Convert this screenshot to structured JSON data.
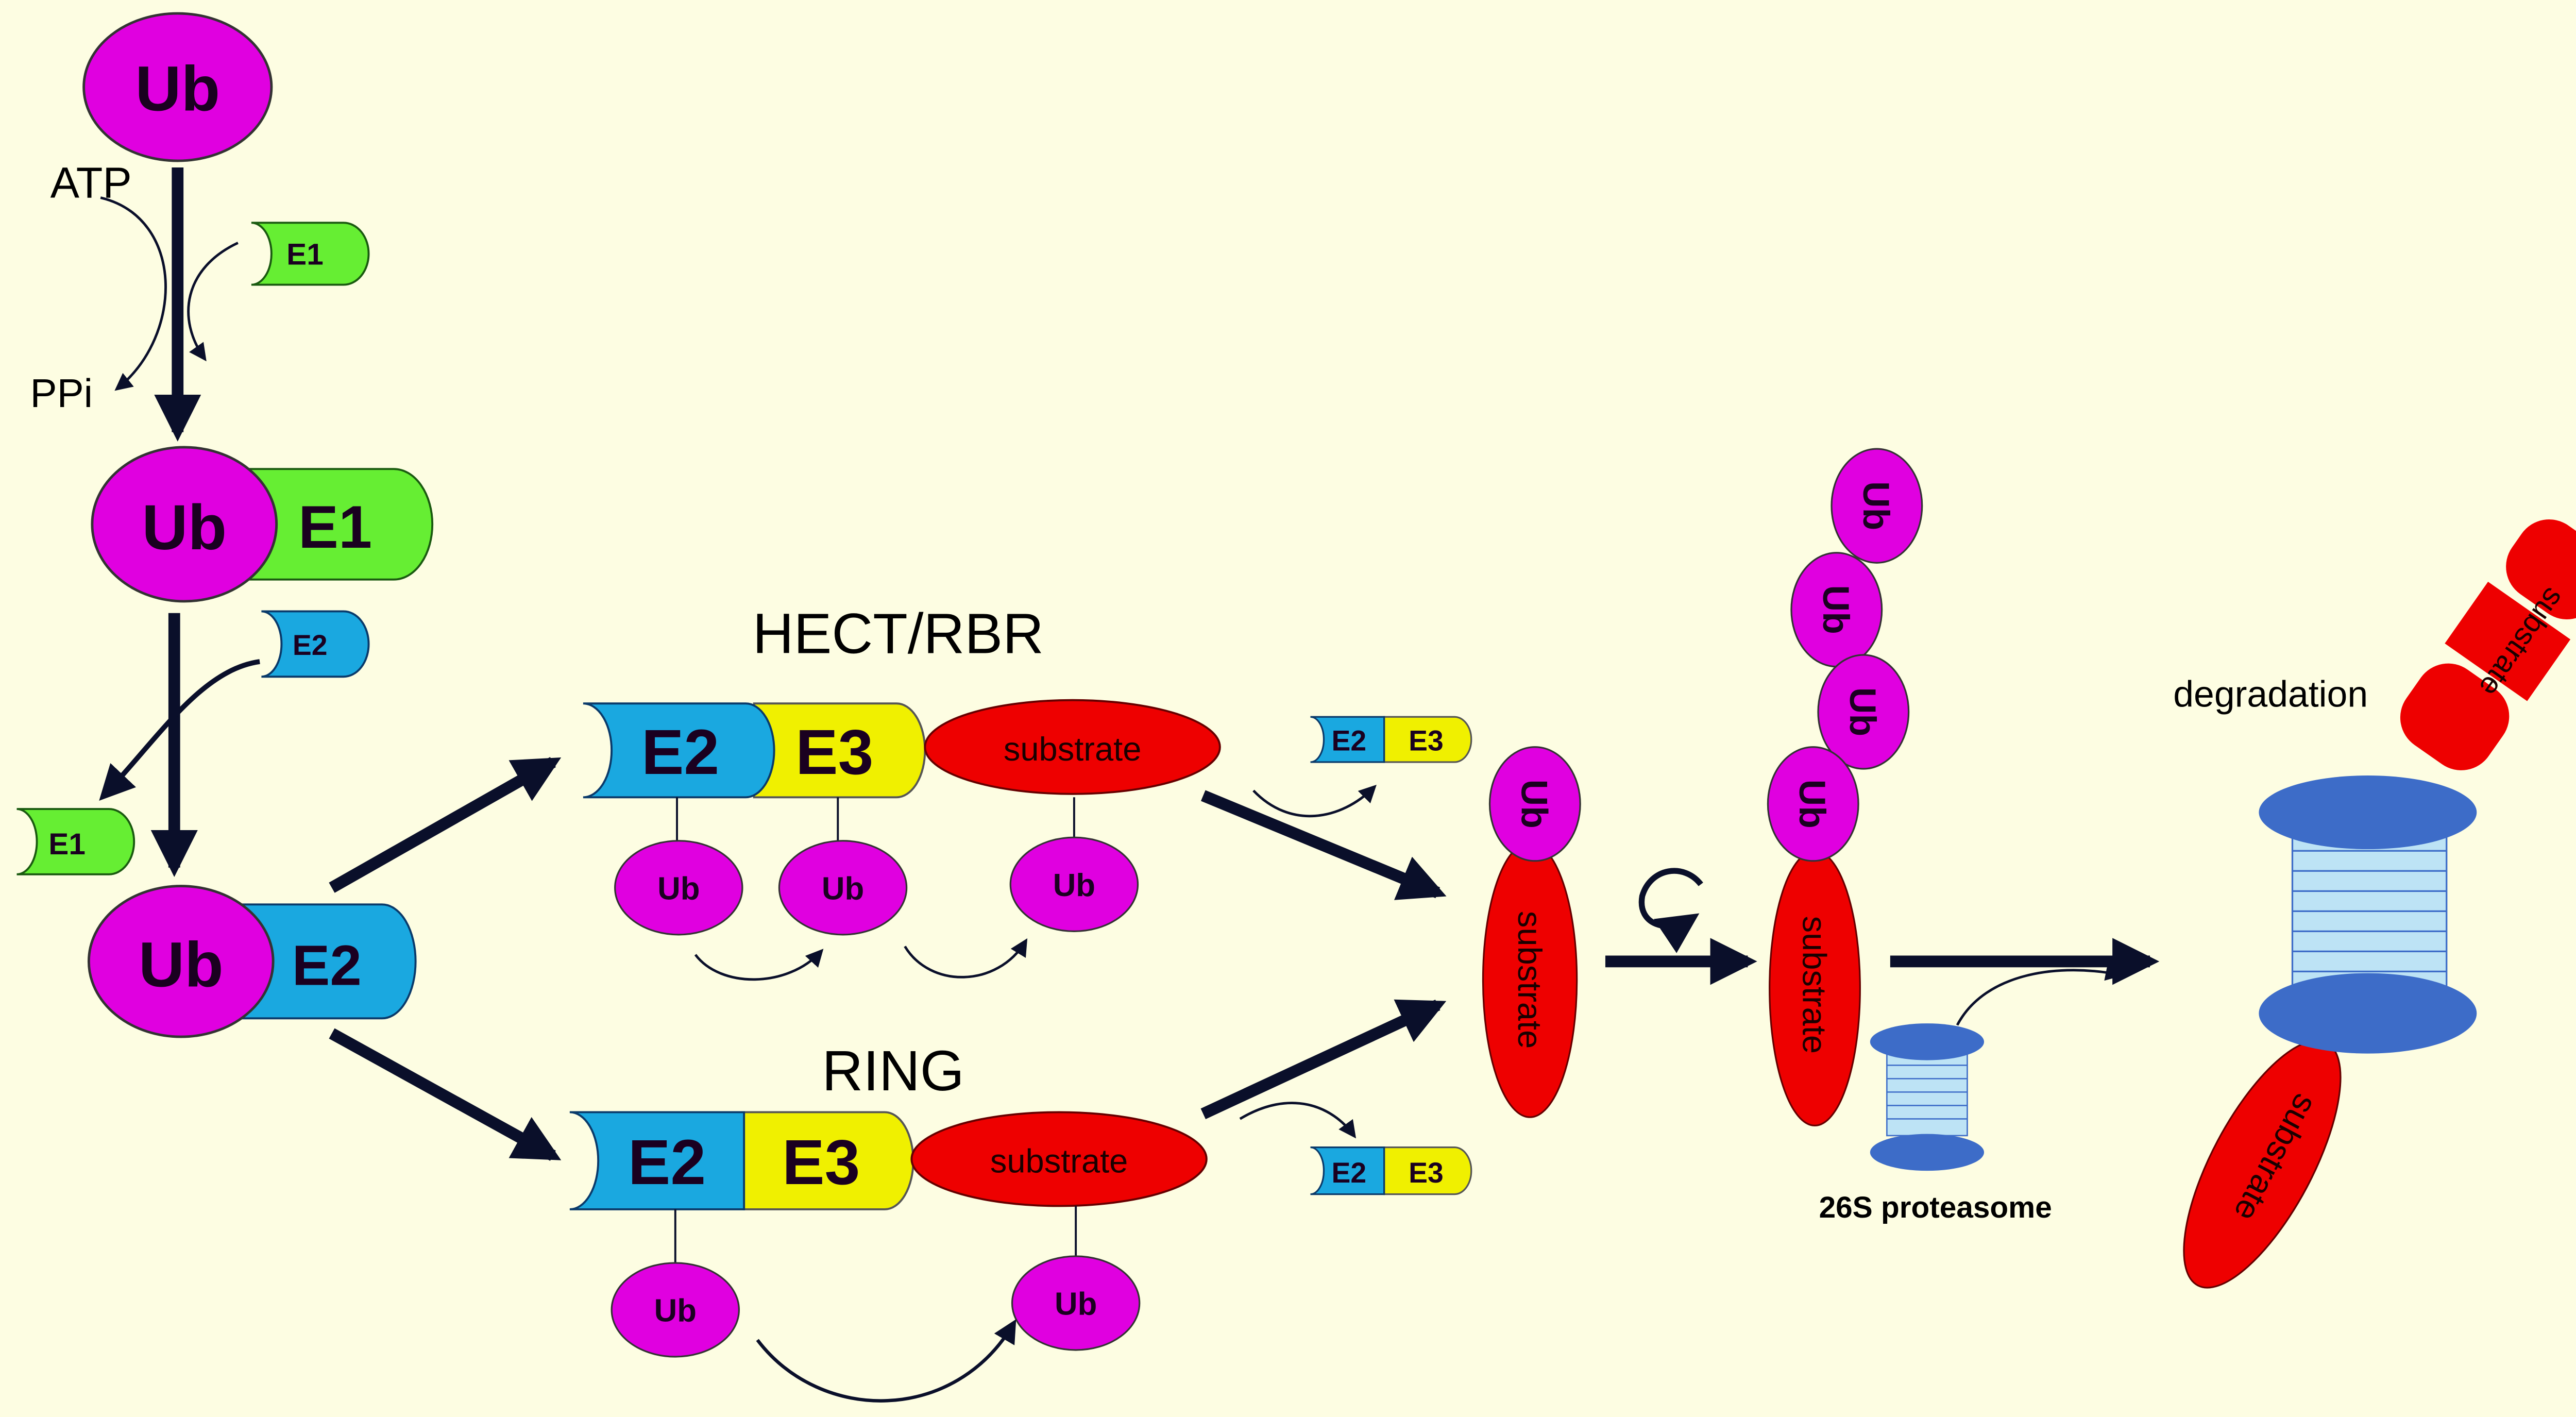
{
  "colors": {
    "background": "#FDFDE2",
    "ub": "#E000E0",
    "e1": "#66EE33",
    "e2": "#1AA8E0",
    "e3": "#F0F000",
    "substrate": "#EE0000",
    "proteasome": "#3D6CC8",
    "proteasome_core": "#BDE3F5",
    "arrow": "#0A0F2A"
  },
  "labels": {
    "ub": "Ub",
    "e1": "E1",
    "e2": "E2",
    "e3": "E3",
    "atp": "ATP",
    "ppi": "PPi",
    "hect": "HECT/RBR",
    "ring": "RING",
    "substrate": "substrate",
    "proteasome": "26S proteasome",
    "degradation": "degradation"
  }
}
